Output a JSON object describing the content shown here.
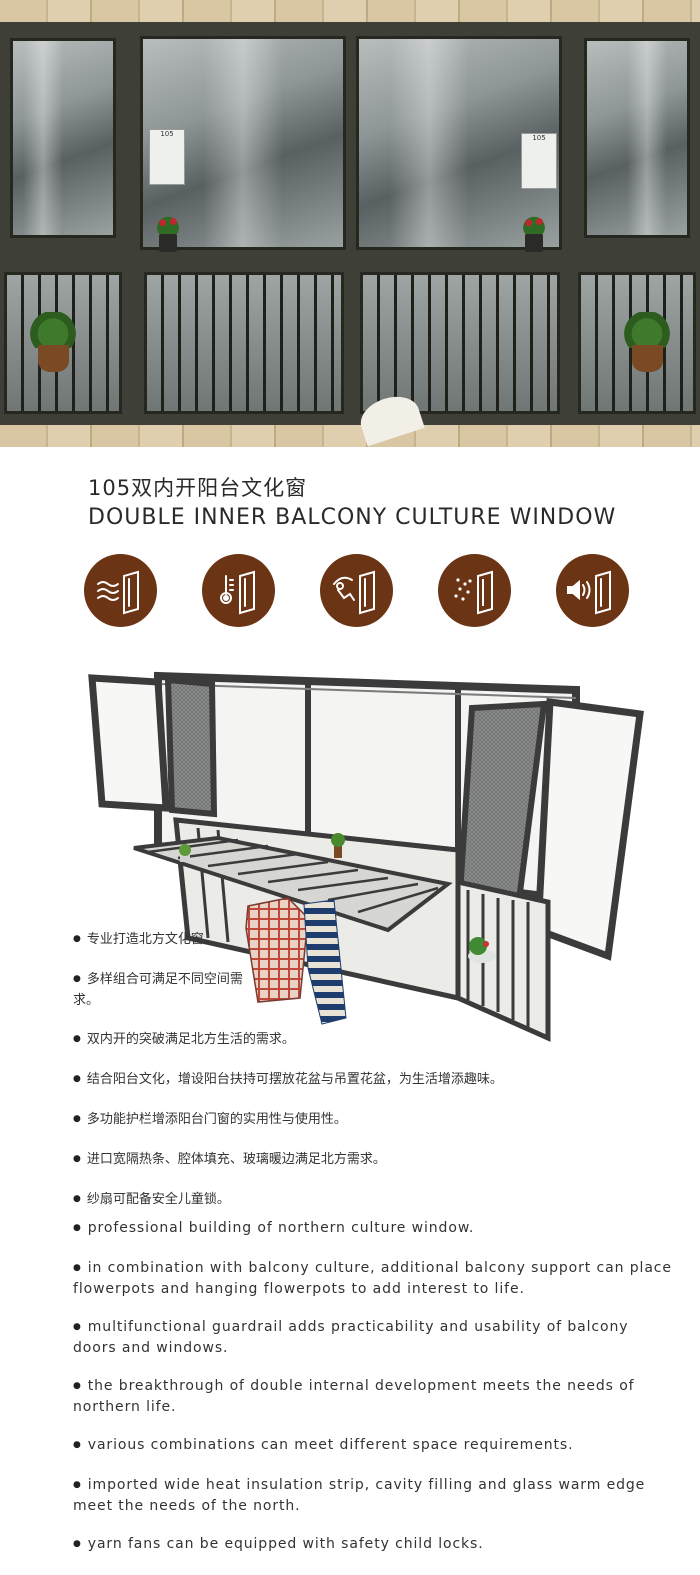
{
  "header": {
    "title_cn": "105双内开阳台文化窗",
    "title_en": "DOUBLE INNER BALCONY CULTURE WINDOW"
  },
  "hero": {
    "notice_text": "105"
  },
  "feature_icons": [
    {
      "icon": "wind-icon"
    },
    {
      "icon": "thermometer-icon"
    },
    {
      "icon": "hand-swipe-icon"
    },
    {
      "icon": "dust-icon"
    },
    {
      "icon": "sound-icon"
    }
  ],
  "colors": {
    "icon_circle": "#6b3414",
    "text": "#2b2a28"
  },
  "features_cn": [
    "专业打造北方文化窗。",
    "多样组合可满足不同空间需求。",
    "双内开的突破满足北方生活的需求。",
    "结合阳台文化，增设阳台扶持可摆放花盆与吊置花盆，为生活增添趣味。",
    "多功能护栏增添阳台门窗的实用性与使用性。",
    "进口宽隔热条、腔体填充、玻璃暖边满足北方需求。",
    "纱扇可配备安全儿童锁。"
  ],
  "features_en": [
    "professional building of northern culture window.",
    "in combination with balcony culture, additional balcony support can place flowerpots and hanging flowerpots to add interest to life.",
    "multifunctional guardrail adds practicability and usability of balcony doors and windows.",
    "the breakthrough of double internal development meets the needs of northern life.",
    "various combinations can meet different space requirements.",
    "imported wide heat insulation strip, cavity filling and glass warm edge meet the needs of the north.",
    "yarn fans can be equipped with safety child locks."
  ]
}
